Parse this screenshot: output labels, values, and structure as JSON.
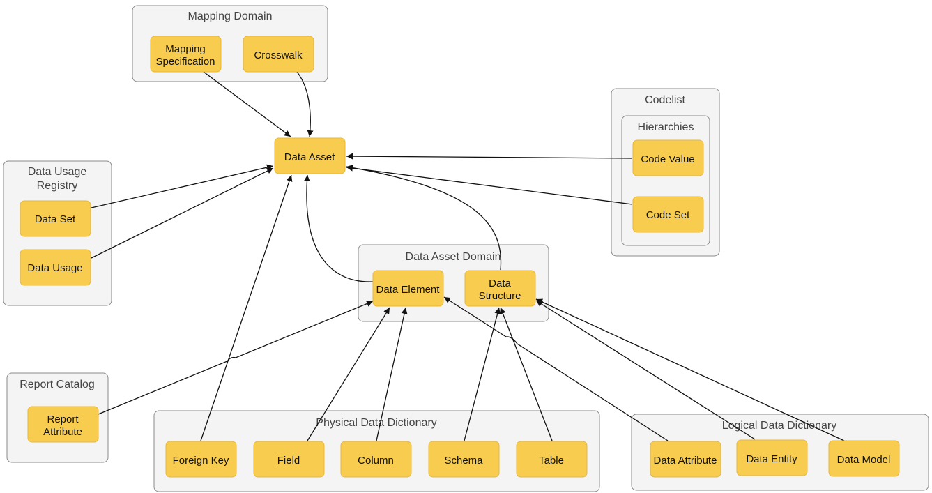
{
  "groups": {
    "mapping_domain": "Mapping Domain",
    "codelist": "Codelist",
    "hierarchies": "Hierarchies",
    "data_usage_registry": [
      "Data Usage",
      "Registry"
    ],
    "data_asset_domain": "Data Asset Domain",
    "report_catalog": "Report Catalog",
    "physical_data_dictionary": "Physical Data Dictionary",
    "logical_data_dictionary": "Logical Data Dictionary"
  },
  "nodes": {
    "mapping_specification": [
      "Mapping",
      "Specification"
    ],
    "crosswalk": "Crosswalk",
    "data_asset": "Data Asset",
    "code_value": "Code Value",
    "code_set": "Code Set",
    "data_set": "Data Set",
    "data_usage": "Data Usage",
    "data_element": "Data Element",
    "data_structure": [
      "Data",
      "Structure"
    ],
    "report_attribute": [
      "Report",
      "Attribute"
    ],
    "foreign_key": "Foreign Key",
    "field": "Field",
    "column": "Column",
    "schema": "Schema",
    "table": "Table",
    "data_attribute": "Data Attribute",
    "data_entity": "Data Entity",
    "data_model": "Data Model"
  },
  "edges": [
    {
      "from": "mapping_specification",
      "to": "data_asset"
    },
    {
      "from": "crosswalk",
      "to": "data_asset"
    },
    {
      "from": "code_value",
      "to": "data_asset"
    },
    {
      "from": "code_set",
      "to": "data_asset"
    },
    {
      "from": "data_set",
      "to": "data_asset"
    },
    {
      "from": "data_usage",
      "to": "data_asset"
    },
    {
      "from": "foreign_key",
      "to": "data_asset"
    },
    {
      "from": "data_element",
      "to": "data_asset"
    },
    {
      "from": "data_structure",
      "to": "data_asset"
    },
    {
      "from": "report_attribute",
      "to": "data_element"
    },
    {
      "from": "field",
      "to": "data_element"
    },
    {
      "from": "column",
      "to": "data_element"
    },
    {
      "from": "data_attribute",
      "to": "data_element"
    },
    {
      "from": "schema",
      "to": "data_structure"
    },
    {
      "from": "table",
      "to": "data_structure"
    },
    {
      "from": "data_entity",
      "to": "data_structure"
    },
    {
      "from": "data_model",
      "to": "data_structure"
    }
  ]
}
